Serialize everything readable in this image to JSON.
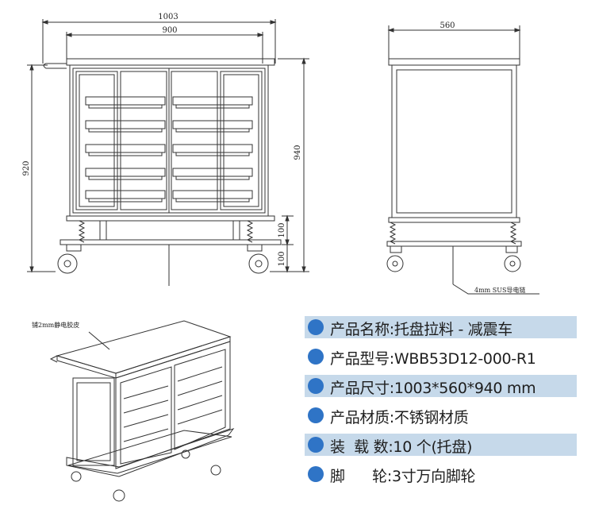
{
  "front_view": {
    "width_overall": "1003",
    "width_inner": "900",
    "height_left": "920",
    "height_right": "940",
    "caster_height": "100",
    "wheel_height": "100"
  },
  "side_view": {
    "depth": "560",
    "chain_note": "4mm SUS导电链"
  },
  "iso_view": {
    "top_note": "铺2mm静电胶皮"
  },
  "specs": [
    {
      "label": "产品名称:",
      "value": "托盘拉料 - 减震车",
      "highlight": true
    },
    {
      "label": "产品型号:",
      "value": "WBB53D12-000-R1",
      "highlight": false
    },
    {
      "label": "产品尺寸:",
      "value": "1003*560*940 mm",
      "highlight": true
    },
    {
      "label": "产品材质:",
      "value": "不锈钢材质",
      "highlight": false
    },
    {
      "label": "装  载 数:",
      "value": "10 个(托盘)",
      "highlight": true
    },
    {
      "label": "脚      轮:",
      "value": "3寸万向脚轮",
      "highlight": false
    }
  ]
}
